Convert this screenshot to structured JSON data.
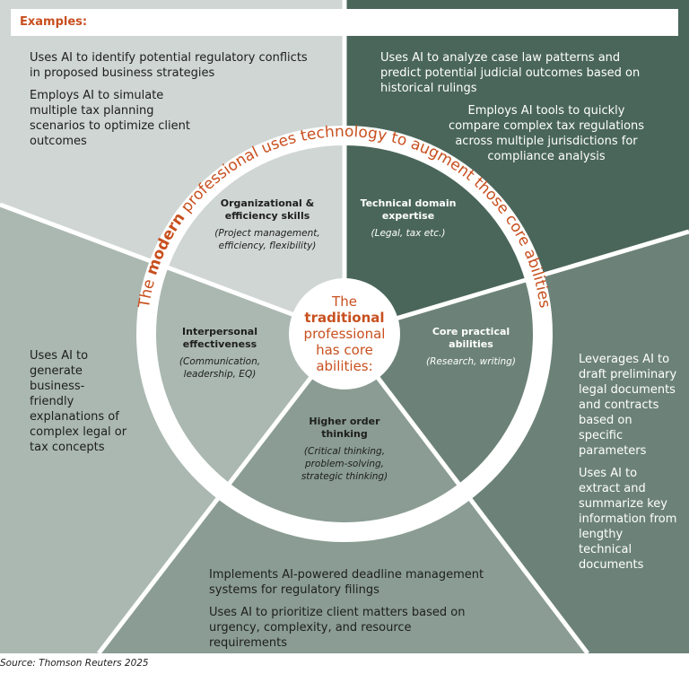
{
  "header": {
    "examples_label": "Examples:"
  },
  "colors": {
    "accent": "#c8501f",
    "sector_top_left": "#cfd6d3",
    "sector_top_right": "#4a665b",
    "sector_right": "#6c8278",
    "sector_bottom": "#8a9c93",
    "sector_left": "#aab8b1"
  },
  "ring_text": {
    "before": "The ",
    "bold": "modern",
    "after": " professional uses technology to augment those core abilities"
  },
  "core": {
    "line1": "The",
    "bold": "traditional",
    "line3": "professional",
    "line4": "has core",
    "line5": "abilities:"
  },
  "segments": [
    {
      "id": "organizational",
      "title": "Organizational & efficiency skills",
      "title_lines": [
        "Organizational &",
        "efficiency skills"
      ],
      "sub_lines": [
        "(Project management,",
        "efficiency, flexibility)"
      ]
    },
    {
      "id": "technical",
      "title_lines": [
        "Technical domain",
        "expertise"
      ],
      "sub_lines": [
        "(Legal, tax etc.)"
      ]
    },
    {
      "id": "core-practical",
      "title_lines": [
        "Core practical",
        "abilities"
      ],
      "sub_lines": [
        "(Research, writing)"
      ]
    },
    {
      "id": "higher-order",
      "title_lines": [
        "Higher order",
        "thinking"
      ],
      "sub_lines": [
        "(Critical thinking,",
        "problem-solving,",
        "strategic thinking)"
      ]
    },
    {
      "id": "interpersonal",
      "title_lines": [
        "Interpersonal",
        "effectiveness"
      ],
      "sub_lines": [
        "(Communication,",
        "leadership, EQ)"
      ]
    }
  ],
  "examples": {
    "top_left": [
      "Uses AI to identify potential regulatory conflicts in proposed business strategies",
      "Employs AI to simulate multiple tax planning scenarios to optimize client outcomes"
    ],
    "top_right": [
      "Uses AI to analyze case law patterns and predict potential judicial outcomes based on historical rulings",
      "Employs AI tools to quickly compare complex tax regulations across multiple jurisdictions for compliance analysis"
    ],
    "left": [
      "Uses AI to generate business-friendly explanations of complex legal or tax concepts"
    ],
    "right": [
      "Leverages AI to draft preliminary legal documents and contracts based on specific parameters",
      "Uses AI to extract and summarize key information from lengthy technical documents"
    ],
    "bottom": [
      "Implements AI-powered deadline management systems for regulatory filings",
      "Uses AI to prioritize client matters based on urgency, complexity, and resource requirements"
    ]
  },
  "footer": {
    "source": "Source: Thomson Reuters 2025"
  }
}
